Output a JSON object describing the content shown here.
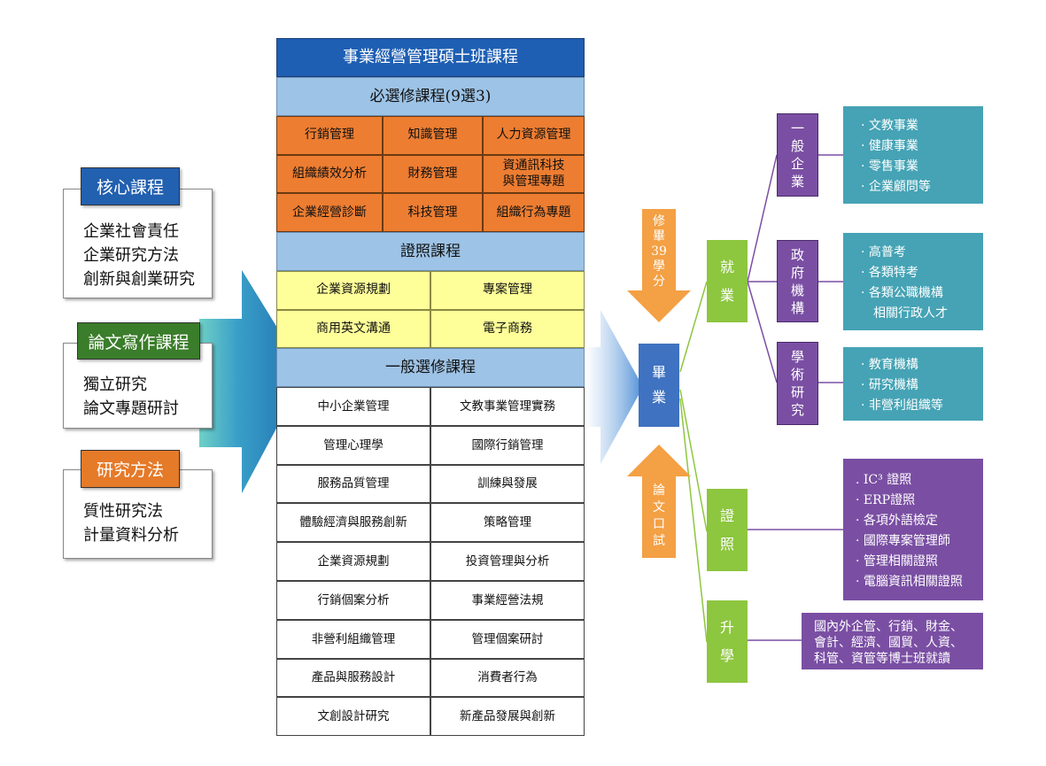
{
  "program_title": "事業經營管理碩士班課程",
  "required_elective": {
    "header": "必選修課程(9選3)",
    "rows": [
      [
        "行銷管理",
        "知識管理",
        "人力資源管理"
      ],
      [
        "組織績效分析",
        "財務管理",
        "資通訊科技\n與管理專題"
      ],
      [
        "企業經營診斷",
        "科技管理",
        "組織行為專題"
      ]
    ]
  },
  "certificate_courses": {
    "header": "證照課程",
    "rows": [
      [
        "企業資源規劃",
        "專案管理"
      ],
      [
        "商用英文溝通",
        "電子商務"
      ]
    ]
  },
  "general_elective": {
    "header": "一般選修課程",
    "rows": [
      [
        "中小企業管理",
        "文教事業管理實務"
      ],
      [
        "管理心理學",
        "國際行銷管理"
      ],
      [
        "服務品質管理",
        "訓練與發展"
      ],
      [
        "體驗經濟與服務創新",
        "策略管理"
      ],
      [
        "企業資源規劃",
        "投資管理與分析"
      ],
      [
        "行銷個案分析",
        "事業經營法規"
      ],
      [
        "非營利組織管理",
        "管理個案研討"
      ],
      [
        "產品與服務設計",
        "消費者行為"
      ],
      [
        "文創設計研究",
        "新產品發展與創新"
      ]
    ]
  },
  "left_groups": [
    {
      "tag": "核心課程",
      "color": "#2260b0",
      "items": [
        "企業社會責任",
        "企業研究方法",
        "創新與創業研究"
      ]
    },
    {
      "tag": "論文寫作課程",
      "color": "#3a7d2a",
      "items": [
        "獨立研究",
        "論文專題研討"
      ]
    },
    {
      "tag": "研究方法",
      "color": "#e57a29",
      "items": [
        "質性研究法",
        "計量資料分析"
      ]
    }
  ],
  "credits_arrow": [
    "修",
    "畢",
    "39",
    "學",
    "分"
  ],
  "oral_exam_arrow": [
    "論",
    "文",
    "口",
    "試"
  ],
  "graduate": [
    "畢",
    "業"
  ],
  "outcomes": [
    {
      "label": [
        "就",
        "業"
      ]
    },
    {
      "label": [
        "證",
        "照"
      ]
    },
    {
      "label": [
        "升",
        "學"
      ]
    }
  ],
  "employment_sectors": [
    {
      "label": [
        "一",
        "般",
        "企",
        "業"
      ],
      "items": [
        "· 文教事業",
        "· 健康事業",
        "· 零售事業",
        "· 企業顧問等"
      ]
    },
    {
      "label": [
        "政",
        "府",
        "機",
        "構"
      ],
      "items": [
        "· 高普考",
        "· 各類特考",
        "· 各類公職機構",
        "　相關行政人才"
      ]
    },
    {
      "label": [
        "學",
        "術",
        "研",
        "究"
      ],
      "items": [
        "· 教育機構",
        "· 研究機構",
        "· 非營利組織等"
      ]
    }
  ],
  "certificates": [
    ". IC³ 證照",
    "· ERP證照",
    "· 各項外語檢定",
    "· 國際專案管理師",
    "· 管理相關證照",
    "· 電腦資訊相關證照"
  ],
  "further_study": [
    "國內外企管、行銷、財金、",
    "會計、經濟、國貿、人資、",
    "科管、資管等博士班就讀"
  ],
  "colors": {
    "title_blue": "#1f5fb3",
    "light_blue": "#9dc3e6",
    "orange": "#ed7d31",
    "yellow": "#ffff99",
    "green_outcome": "#8dc63f",
    "purple": "#7a4fa3",
    "teal": "#45a3b5",
    "arrow_orange": "#f4a044"
  }
}
